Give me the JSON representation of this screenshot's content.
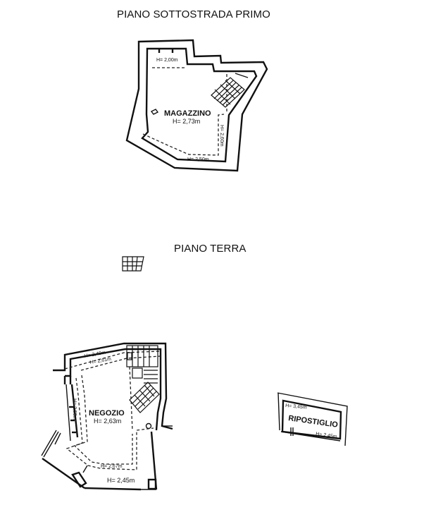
{
  "titles": {
    "basement": "PIANO SOTTOSTRADA PRIMO",
    "ground": "PIANO TERRA"
  },
  "basement": {
    "room": {
      "name": "MAGAZZINO",
      "height": "H= 2,73m"
    },
    "heights": [
      "H= 2,00m",
      "H= 2,60m",
      "H= 2,50m"
    ]
  },
  "ground": {
    "shop": {
      "name": "NEGOZIO",
      "height": "H= 2,63m"
    },
    "shop_heights": [
      "H= 2,40m",
      "H= 2,61m",
      "H= 2,55m",
      "H= 2,67m",
      "H= 2,45m"
    ],
    "storage": {
      "name": "RIPOSTIGLIO",
      "heights": [
        "H= 3,45m",
        "H= 2,45m"
      ]
    }
  }
}
